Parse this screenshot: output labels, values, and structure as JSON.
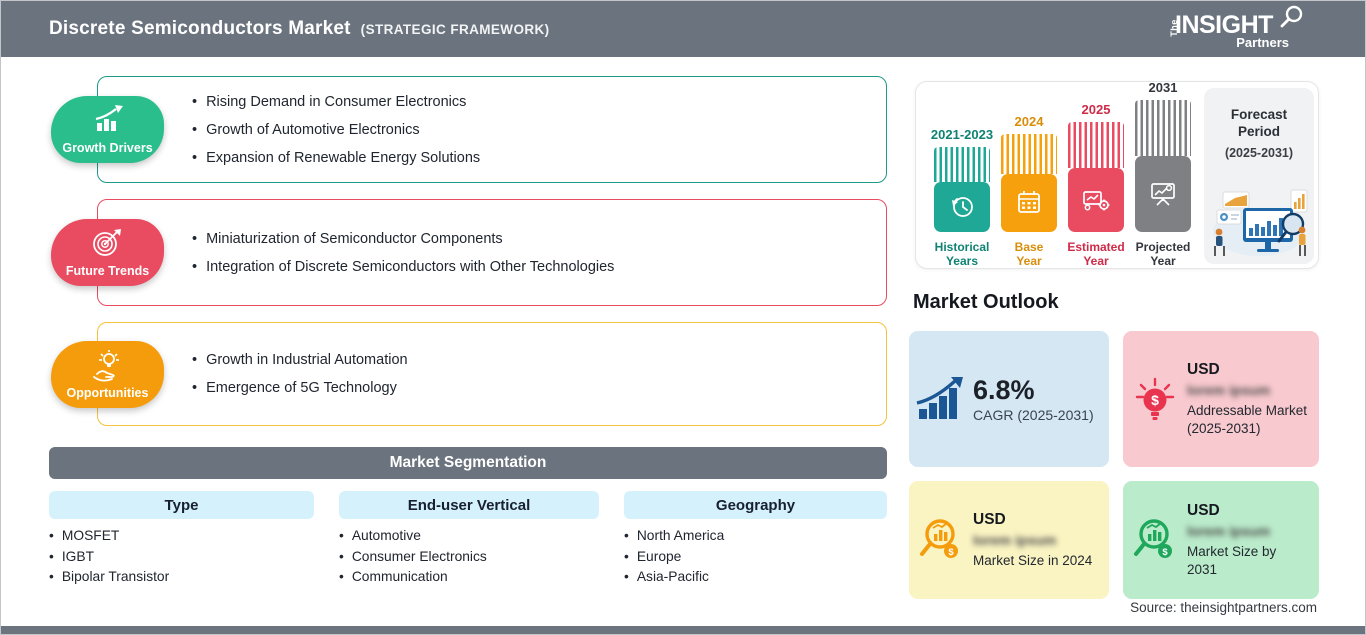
{
  "header": {
    "title": "Discrete Semiconductors Market",
    "subtitle": "(STRATEGIC FRAMEWORK)",
    "logo": {
      "the": "The",
      "name": "INSIGHT",
      "tagline": "Partners"
    }
  },
  "framework": {
    "sections": [
      {
        "label": "Growth Drivers",
        "icon": "bar-chart-rise-icon",
        "accent_color": "#2BBE8D",
        "border_color": "#1E9A88",
        "items": [
          "Rising Demand in Consumer Electronics",
          "Growth of Automotive Electronics",
          "Expansion of Renewable Energy Solutions"
        ]
      },
      {
        "label": "Future Trends",
        "icon": "target-dart-icon",
        "accent_color": "#E94B61",
        "border_color": "#E94B61",
        "items": [
          "Miniaturization of Semiconductor Components",
          "Integration of Discrete Semiconductors with Other Technologies"
        ]
      },
      {
        "label": "Opportunities",
        "icon": "hand-bulb-icon",
        "accent_color": "#F59C0C",
        "border_color": "#F2C33C",
        "items": [
          "Growth in Industrial Automation",
          "Emergence of 5G Technology"
        ]
      }
    ]
  },
  "segmentation": {
    "title": "Market Segmentation",
    "columns": [
      {
        "header": "Type",
        "items": [
          "MOSFET",
          "IGBT",
          "Bipolar Transistor"
        ]
      },
      {
        "header": "End-user Vertical",
        "items": [
          "Automotive",
          "Consumer Electronics",
          "Communication"
        ]
      },
      {
        "header": "Geography",
        "items": [
          "North America",
          "Europe",
          "Asia-Pacific"
        ]
      }
    ]
  },
  "timeline": {
    "bars": [
      {
        "year": "2021-2023",
        "label_line1": "Historical",
        "label_line2": "Years",
        "color": "#1FA896",
        "icon": "history-clock-icon"
      },
      {
        "year": "2024",
        "label_line1": "Base",
        "label_line2": "Year",
        "color": "#F5A00C",
        "icon": "calendar-icon"
      },
      {
        "year": "2025",
        "label_line1": "Estimated",
        "label_line2": "Year",
        "color": "#E94B61",
        "icon": "analytics-gear-icon"
      },
      {
        "year": "2031",
        "label_line1": "Projected",
        "label_line2": "Year",
        "color": "#7F8084",
        "icon": "projection-screen-icon"
      }
    ],
    "forecast": {
      "line1": "Forecast",
      "line2": "Period",
      "line3": "(2025-2031)"
    }
  },
  "outlook": {
    "title": "Market Outlook",
    "cards": [
      {
        "value": "6.8%",
        "label": "CAGR (2025-2031)",
        "bg": "#D4E7F3",
        "icon": "growth-chart-icon"
      },
      {
        "currency": "USD",
        "blurred": "lorem ipsum",
        "label": "Addressable Market (2025-2031)",
        "bg": "#F8C9CE",
        "icon": "bulb-dollar-icon"
      },
      {
        "currency": "USD",
        "blurred": "lorem ipsum",
        "label": "Market Size in 2024",
        "bg": "#FAF4C3",
        "icon": "magnifier-chart-orange-icon"
      },
      {
        "currency": "USD",
        "blurred": "lorem ipsum",
        "label": "Market Size by 2031",
        "bg": "#BAEBCA",
        "icon": "magnifier-chart-green-icon"
      }
    ],
    "source": "Source: theinsightpartners.com"
  }
}
